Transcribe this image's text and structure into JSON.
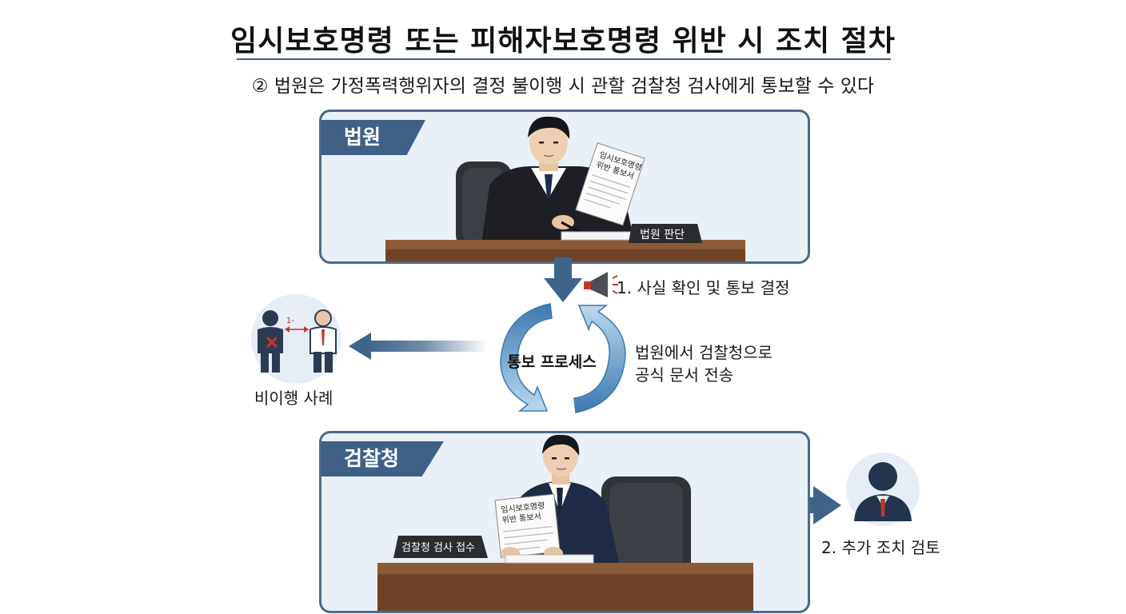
{
  "title": "임시보호명령 또는 피해자보호명령 위반 시 조치 절차",
  "subtitle": "② 법원은 가정폭력행위자의 결정 불이행 시 관할 검찰청 검사에게 통보할 수 있다",
  "court": {
    "tag": "법원",
    "nameplate": "법원 판단",
    "paper_lines": [
      "임시보호명령",
      "위반 통보서"
    ]
  },
  "step1": "1. 사실 확인 및 통보 결정",
  "process": {
    "label": "통보 프로세스",
    "note_lines": [
      "법원에서 검찰청으로",
      "공식 문서 전송"
    ]
  },
  "violation": {
    "label": "비이행 사례",
    "distance_label": "1-"
  },
  "prosecution": {
    "tag": "검찰청",
    "nameplate": "검찰청 검사 접수",
    "paper_lines": [
      "임시보호명령",
      "위반 통보서"
    ]
  },
  "step2": "2. 추가 조치 검토",
  "colors": {
    "accent": "#3f6188",
    "panel_bg": "#e9f0f8",
    "arrow": "#3e648c",
    "cycle_light": "#a9cbe6",
    "cycle_dark": "#3b79b0",
    "warning": "#c0392b"
  }
}
